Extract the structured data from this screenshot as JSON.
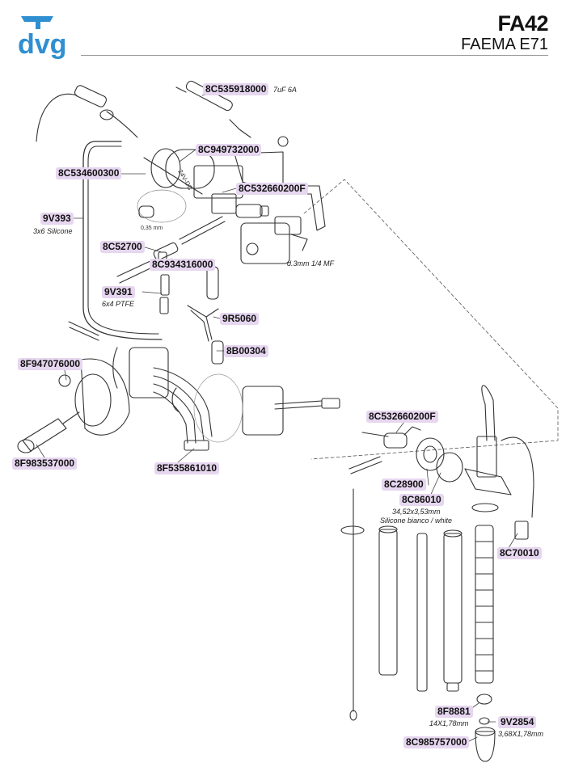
{
  "header": {
    "brand": "dvg",
    "model_code": "FA42",
    "machine_name": "FAEMA E71",
    "brand_color": "#2f8fd0"
  },
  "parts": [
    {
      "id": "p1",
      "code": "8C535918000",
      "note": "7uF 6A"
    },
    {
      "id": "p2",
      "code": "8C949732000",
      "note": ""
    },
    {
      "id": "p3",
      "code": "8C534600300",
      "note": ""
    },
    {
      "id": "p4",
      "code": "8C532660200F",
      "note": ""
    },
    {
      "id": "p5",
      "code": "9V393",
      "note": "3x6 Silicone"
    },
    {
      "id": "p6",
      "code": "8C52700",
      "note": ""
    },
    {
      "id": "p7",
      "code": "8C934316000",
      "note": ""
    },
    {
      "id": "p8",
      "code": "9V391",
      "note": "6x4 PTFE"
    },
    {
      "id": "p9",
      "code": "9R5060",
      "note": ""
    },
    {
      "id": "p10",
      "code": "8B00304",
      "note": ""
    },
    {
      "id": "p11",
      "code": "8F947076000",
      "note": ""
    },
    {
      "id": "p12",
      "code": "8F983537000",
      "note": ""
    },
    {
      "id": "p13",
      "code": "8F535861010",
      "note": ""
    },
    {
      "id": "p14",
      "code": "8C532660200F",
      "note": ""
    },
    {
      "id": "p15",
      "code": "8C28900",
      "note": ""
    },
    {
      "id": "p16",
      "code": "8C86010",
      "note": "34,52x3,53mm"
    },
    {
      "id": "p17",
      "code": "8C70010",
      "note": ""
    },
    {
      "id": "p18",
      "code": "8F8881",
      "note": "14X1,78mm"
    },
    {
      "id": "p19",
      "code": "9V2854",
      "note": "3,68X1,78mm"
    },
    {
      "id": "p20",
      "code": "8C985757000",
      "note": ""
    }
  ],
  "annotations": {
    "silicone_note": "Silicone bianco / white",
    "pump_note": "d.3mm 1/4 MF",
    "nozzle_size": "0,35 mm",
    "coil_text": "24V-DC"
  }
}
